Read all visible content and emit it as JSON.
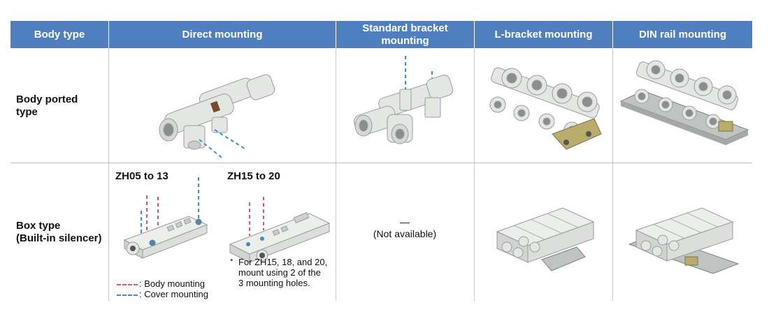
{
  "header": {
    "col_body_type": "Body type",
    "col_direct": "Direct mounting",
    "col_standard_line1": "Standard bracket",
    "col_standard_line2": "mounting",
    "col_lbracket": "L-bracket mounting",
    "col_din": "DIN rail mounting"
  },
  "rows": {
    "body_ported_line1": "Body ported",
    "body_ported_line2": "type",
    "box_type_line1": "Box type",
    "box_type_line2": "(Built-in silencer)"
  },
  "box_direct": {
    "model_a": "ZH05 to 13",
    "model_b": "ZH15 to 20",
    "note_mark": "*",
    "note_line1": "For ZH15, 18, and 20,",
    "note_line2": "mount using 2 of the",
    "note_line3": "3 mounting holes.",
    "legend_body": ": Body mounting",
    "legend_cover": ": Cover mounting"
  },
  "not_available": {
    "dash": "—",
    "text": "(Not available)"
  },
  "colors": {
    "header_bg": "#4f7fbe",
    "body_mount_line": "#e0507a",
    "cover_mount_line": "#3b8fd0"
  }
}
